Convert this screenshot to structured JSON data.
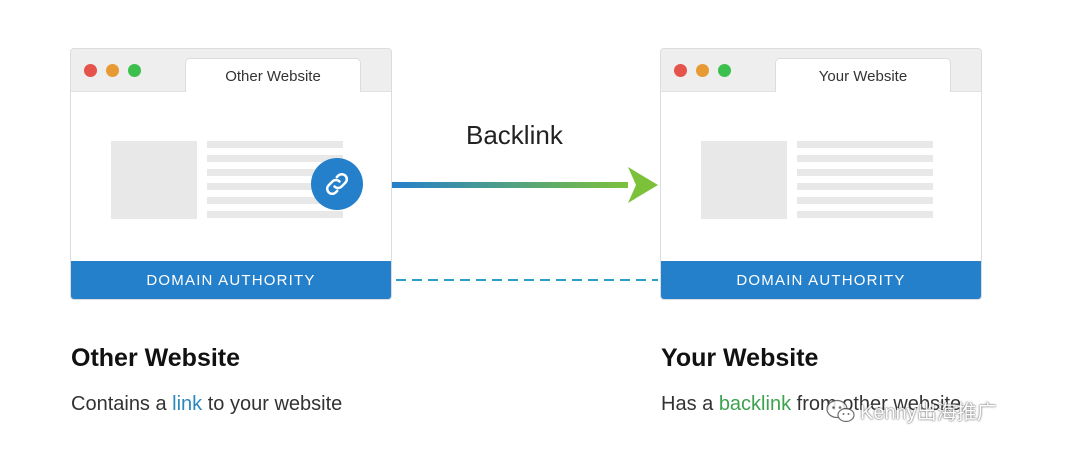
{
  "left_panel": {
    "tab_title": "Other Website",
    "footer_label": "DOMAIN AUTHORITY",
    "link_icon": "link-icon"
  },
  "right_panel": {
    "tab_title": "Your Website",
    "footer_label": "DOMAIN AUTHORITY"
  },
  "connector": {
    "label": "Backlink",
    "gradient": [
      "#2580cc",
      "#7cc13a"
    ],
    "dash_color": "#2aa0c8"
  },
  "left_caption": {
    "heading": "Other Website",
    "prefix": "Contains a ",
    "highlight": "link",
    "suffix": " to your website"
  },
  "right_caption": {
    "heading": "Your Website",
    "prefix": "Has a ",
    "highlight": "backlink",
    "suffix": " from other website"
  },
  "watermark": {
    "text": "Kenny出海推广",
    "icon": "wechat-icon"
  },
  "colors": {
    "accent_blue": "#2580cc",
    "accent_green": "#7cc13a",
    "link_text_blue": "#2a88bf",
    "link_text_green": "#3ca24e"
  }
}
